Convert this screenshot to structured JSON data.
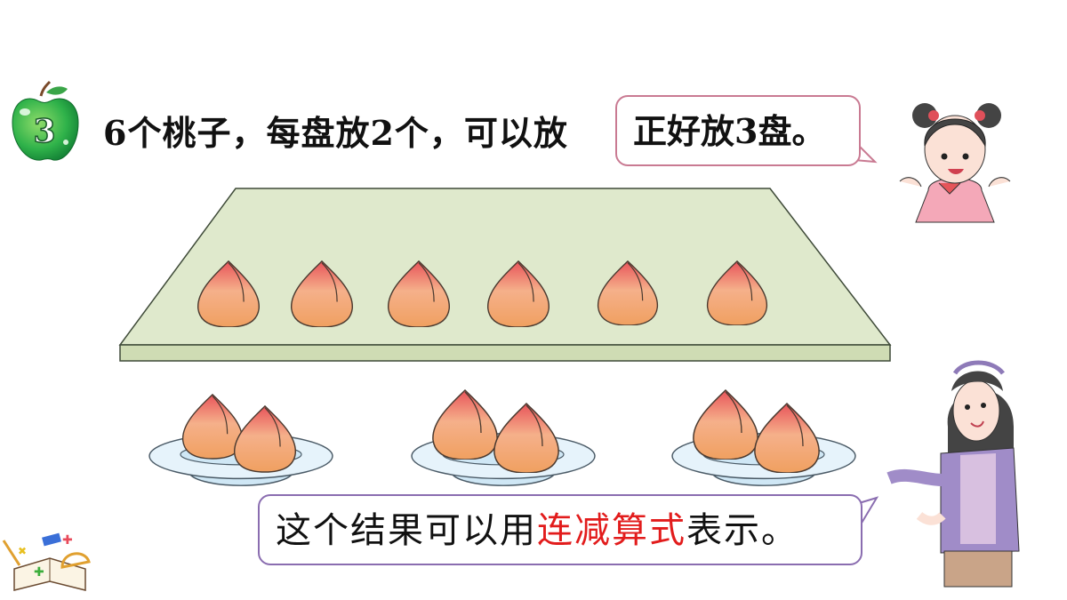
{
  "badge": {
    "number": "3",
    "icon": "green-apple-icon"
  },
  "problem": {
    "text": "6个桃子，每盘放2个，可以放"
  },
  "girl_bubble": {
    "text": "正好放3盘。"
  },
  "teacher_bubble": {
    "text_before": "这个结果可以用",
    "highlight": "连减算式",
    "text_after": "表示。",
    "highlight_color": "#e21c1c"
  },
  "tray": {
    "peach_count": 6,
    "color": "#dfe9cc"
  },
  "plates": [
    {
      "peaches": 2
    },
    {
      "peaches": 2
    },
    {
      "peaches": 2
    }
  ],
  "colors": {
    "girl_bubble_border": "#c97a92",
    "teacher_bubble_border": "#8a6db0"
  }
}
